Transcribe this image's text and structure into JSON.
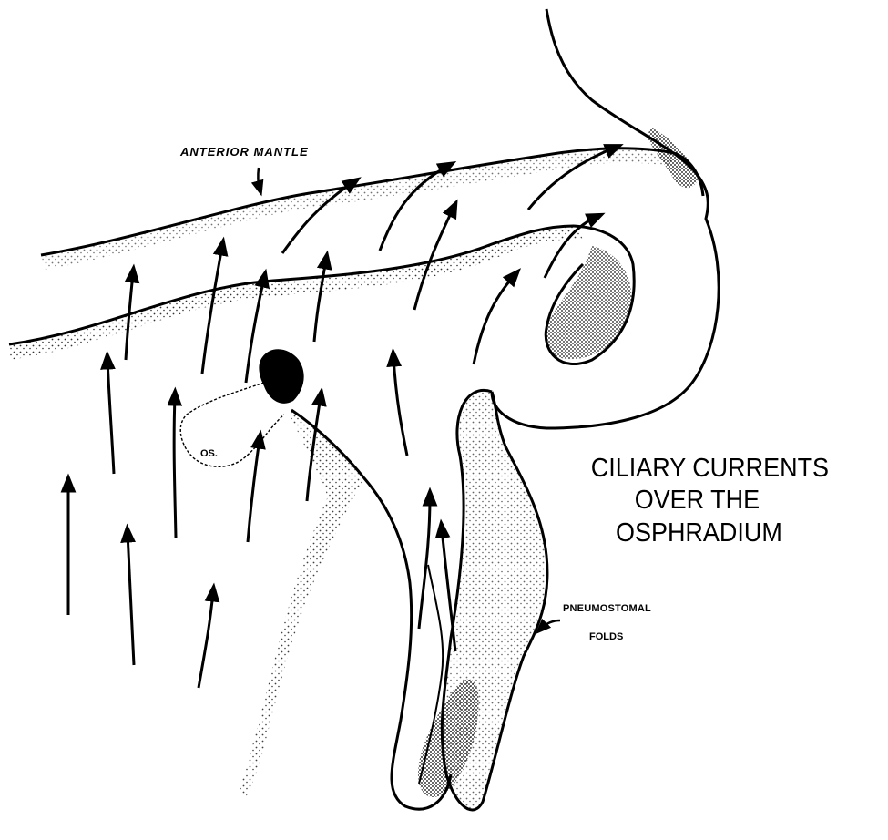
{
  "diagram": {
    "title_lines": [
      "CILIARY CURRENTS",
      "OVER THE",
      "OSPHRADIUM"
    ],
    "labels": {
      "anterior_mantle": "ANTERIOR MANTLE",
      "os": "OS.",
      "pneumostomal_line1": "PNEUMOSTOMAL",
      "pneumostomal_line2": "FOLDS"
    },
    "colors": {
      "ink": "#000000",
      "background": "#ffffff"
    }
  }
}
